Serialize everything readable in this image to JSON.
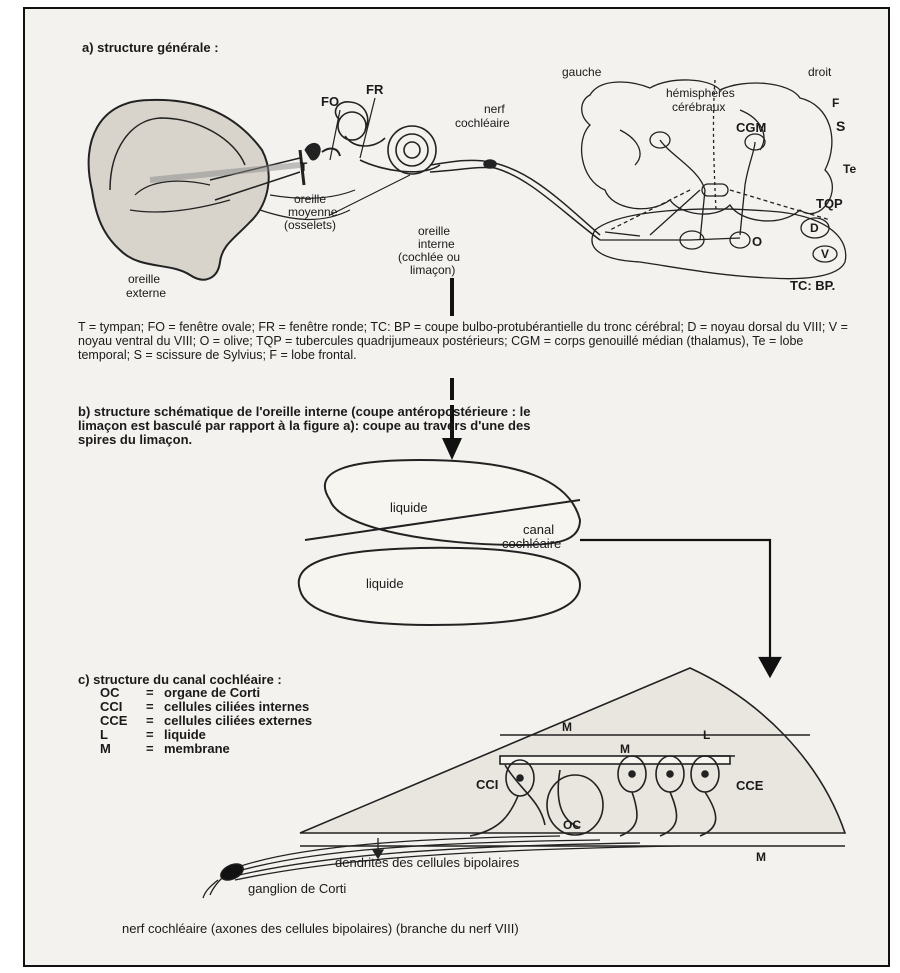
{
  "section_a": {
    "title": "a) structure générale :",
    "labels": {
      "gauche": "gauche",
      "droit": "droit",
      "hemispheres_1": "hémisphères",
      "hemispheres_2": "cérébraux",
      "F": "F",
      "S": "S",
      "Te": "Te",
      "CGM": "CGM",
      "TQP": "TQP",
      "FO": "FO",
      "FR": "FR",
      "T": "T",
      "nerf_1": "nerf",
      "nerf_2": "cochléaire",
      "oreille_moyenne_1": "oreille",
      "oreille_moyenne_2": "moyenne",
      "oreille_moyenne_3": "(osselets)",
      "oreille_interne_1": "oreille",
      "oreille_interne_2": "interne",
      "oreille_interne_3": "(cochlée ou",
      "oreille_interne_4": "limaçon)",
      "oreille_externe_1": "oreille",
      "oreille_externe_2": "externe",
      "O": "O",
      "D": "D",
      "V": "V",
      "TC_BP": "TC: BP."
    },
    "caption": "T = tympan; FO = fenêtre ovale; FR = fenêtre ronde; TC: BP = coupe bulbo-protubérantielle du tronc cérébral; D = noyau dorsal du VIII; V = noyau ventral du VIII; O = olive; TQP = tubercules quadrijumeaux postérieurs; CGM = corps genouillé médian (thalamus), Te = lobe temporal; S = scissure de Sylvius; F = lobe frontal."
  },
  "section_b": {
    "title_1": "b) structure schématique de l'oreille interne (coupe antéropostérieure : le",
    "title_2": "limaçon est basculé par rapport à la figure a): coupe au travers d'une des",
    "title_3": "spires du limaçon.",
    "liquide_top": "liquide",
    "liquide_bottom": "liquide",
    "canal_1": "canal",
    "canal_2": "cochléaire"
  },
  "section_c": {
    "title": "c) structure du canal cochléaire :",
    "legend": [
      {
        "key": "OC",
        "value": "organe de Corti"
      },
      {
        "key": "CCI",
        "value": "cellules ciliées internes"
      },
      {
        "key": "CCE",
        "value": "cellules ciliées externes"
      },
      {
        "key": "L",
        "value": "liquide"
      },
      {
        "key": "M",
        "value": "membrane"
      }
    ],
    "labels": {
      "M_top": "M",
      "L": "L",
      "M_mid": "M",
      "CCI": "CCI",
      "CCE": "CCE",
      "OC": "OC",
      "M_bottom": "M",
      "dendrites": "dendrites des cellules bipolaires",
      "ganglion": "ganglion de Corti",
      "nerf_bottom": "nerf cochléaire (axones des cellules bipolaires) (branche du nerf VIII)"
    }
  }
}
